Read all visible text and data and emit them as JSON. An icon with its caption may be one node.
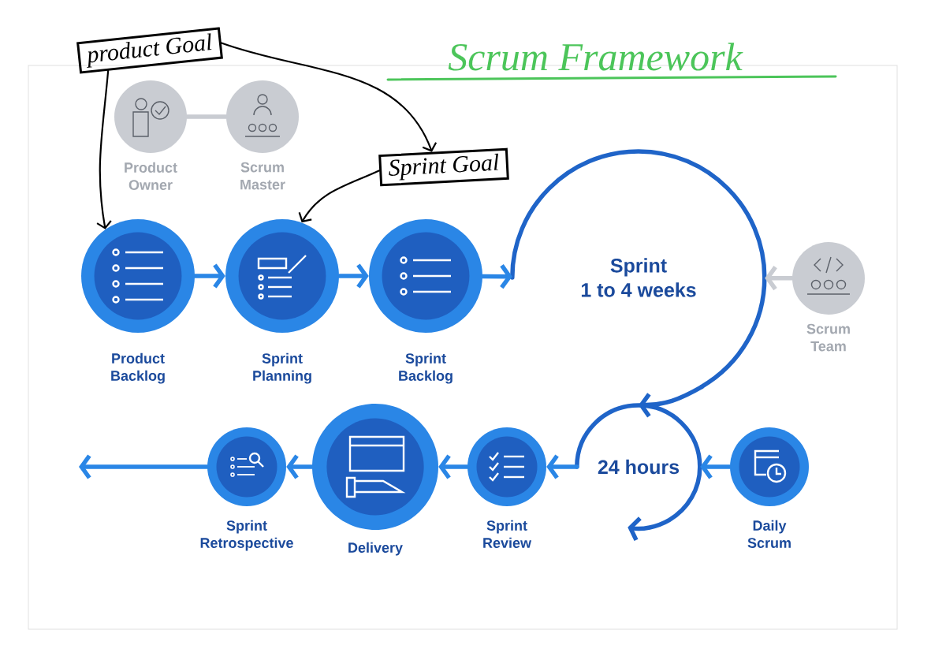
{
  "diagram": {
    "title": "Scrum Framework",
    "nodes": [
      {
        "text": [
          "product Goal"
        ]
      },
      {
        "text": [
          "Sprint Goal"
        ]
      },
      {
        "text": [
          "Product Owner"
        ]
      },
      {
        "text": [
          "Scrum Master"
        ]
      },
      {
        "text": [
          "Product Backlog"
        ]
      },
      {
        "text": [
          "Sprint Planning"
        ]
      },
      {
        "text": [
          "Sprint Backlog"
        ]
      },
      {
        "text": [
          "Sprint",
          "1 to 4 weeks"
        ]
      },
      {
        "text": [
          "Scrum Team"
        ]
      },
      {
        "text": [
          "24 hours"
        ]
      },
      {
        "text": [
          "Daily Scrum"
        ]
      },
      {
        "text": [
          "Sprint Review"
        ]
      },
      {
        "text": [
          "Delivery"
        ]
      },
      {
        "text": [
          "Sprint Retrospective"
        ]
      }
    ],
    "edges": [
      {
        "from": 0,
        "to": 4,
        "arrow": "to",
        "color": "#000000"
      },
      {
        "from": 0,
        "to": 1,
        "arrow": "to",
        "color": "#000000"
      },
      {
        "from": 1,
        "to": 5,
        "arrow": "to",
        "color": "#000000"
      },
      {
        "from": 2,
        "to": 3,
        "arrow": "none",
        "color": "#c9ccd2"
      },
      {
        "from": 4,
        "to": 5,
        "arrow": "to"
      },
      {
        "from": 5,
        "to": 6,
        "arrow": "to"
      },
      {
        "from": 6,
        "to": 7,
        "arrow": "to"
      },
      {
        "from": 8,
        "to": 7,
        "arrow": "to",
        "color": "#c9ccd2"
      },
      {
        "from": 7,
        "to": 9,
        "arrow": "to",
        "color": "#1f64c8"
      },
      {
        "from": 10,
        "to": 9,
        "arrow": "to"
      },
      {
        "from": 9,
        "to": 11,
        "arrow": "to"
      },
      {
        "from": 11,
        "to": 12,
        "arrow": "to"
      },
      {
        "from": 12,
        "to": 13,
        "arrow": "to"
      },
      {
        "from": 13,
        "to": null,
        "arrow": "to"
      }
    ]
  }
}
